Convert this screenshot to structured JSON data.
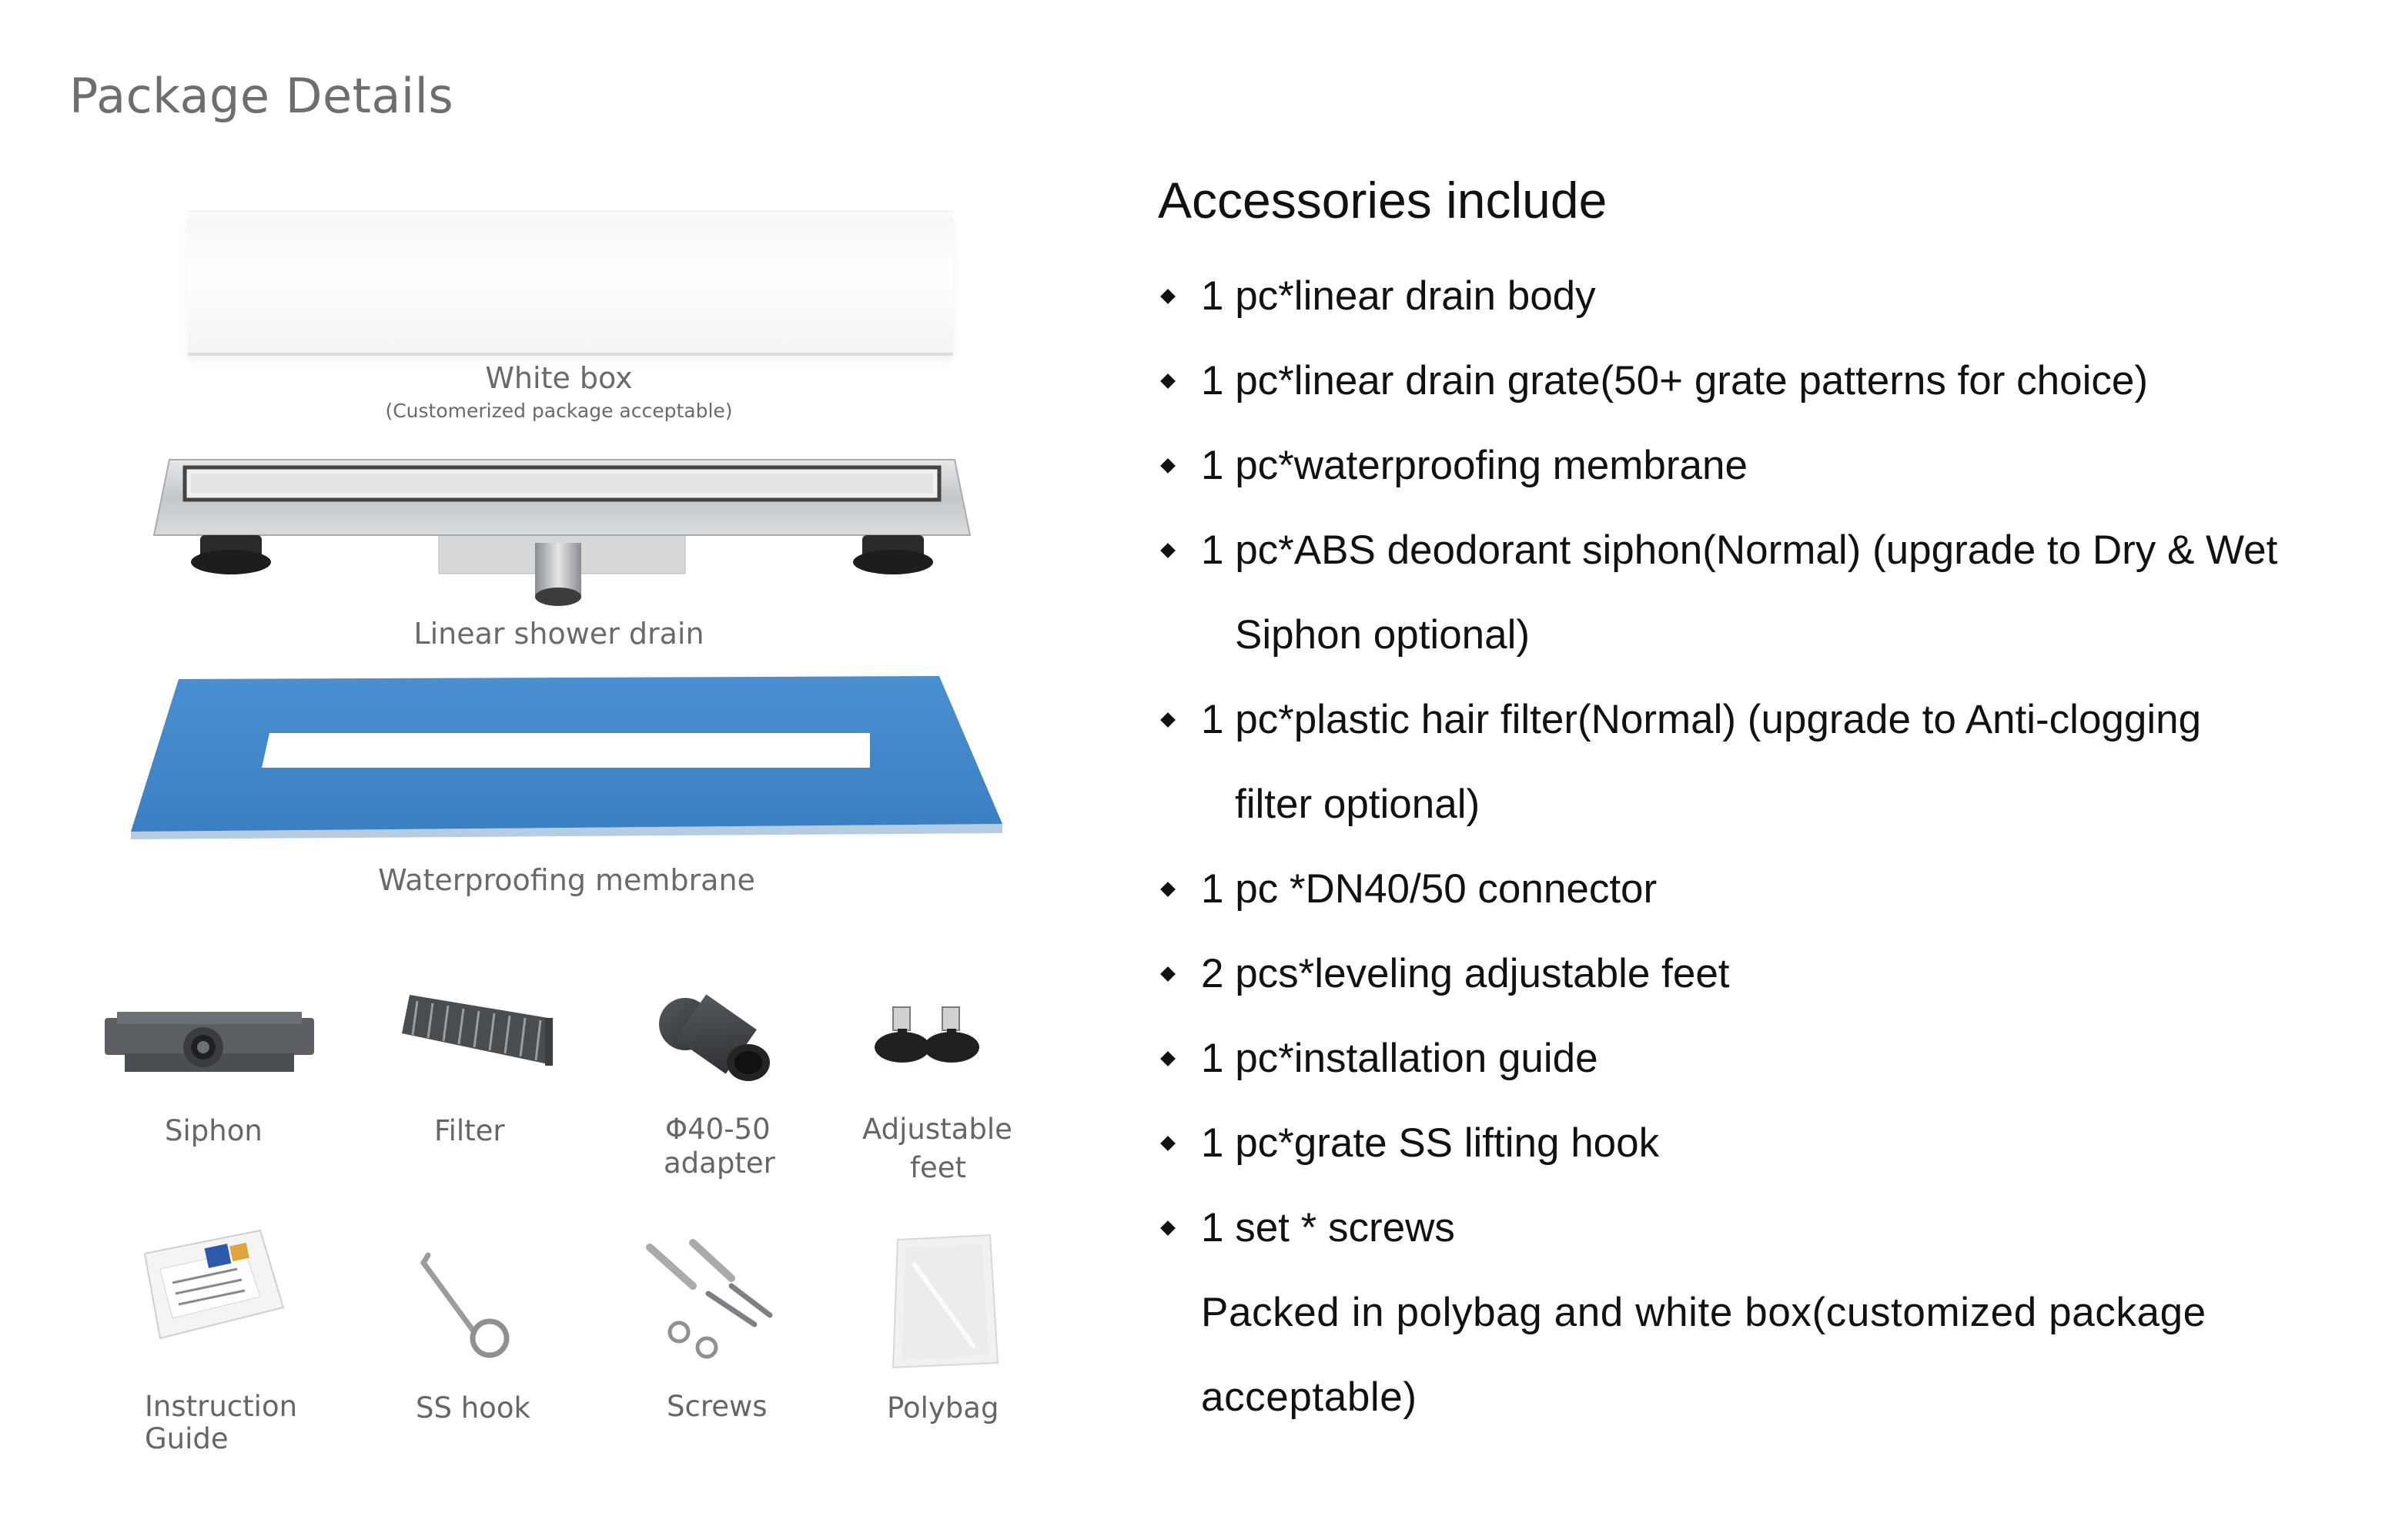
{
  "page_title": "Package Details",
  "products": {
    "white_box": {
      "label": "White box",
      "sublabel": "(Customerized package acceptable)"
    },
    "drain": {
      "label": "Linear shower drain"
    },
    "membrane": {
      "label": "Waterproofing membrane"
    }
  },
  "parts_row1": [
    {
      "label": "Siphon",
      "icon": "siphon-icon"
    },
    {
      "label": "Filter",
      "icon": "filter-icon"
    },
    {
      "label_line1": "Φ40-50",
      "label_line2": "adapter",
      "icon": "adapter-icon"
    },
    {
      "label_line1": "Adjustable",
      "label_line2": "feet",
      "icon": "adjustable-feet-icon"
    }
  ],
  "parts_row2": [
    {
      "label_line1": "Instruction",
      "label_line2": "Guide",
      "icon": "instruction-guide-icon"
    },
    {
      "label": "SS hook",
      "icon": "hook-icon"
    },
    {
      "label": "Screws",
      "icon": "screws-icon"
    },
    {
      "label": "Polybag",
      "icon": "polybag-icon"
    }
  ],
  "accessories": {
    "title": "Accessories include",
    "items": [
      {
        "text": "1 pc*linear drain body"
      },
      {
        "text": "1 pc*linear drain grate(50+ grate patterns for choice)"
      },
      {
        "text": "1 pc*waterproofing membrane"
      },
      {
        "text": "1 pc*ABS deodorant siphon(Normal) (upgrade to Dry & Wet",
        "cont": "Siphon optional)"
      },
      {
        "text": "1 pc*plastic hair filter(Normal) (upgrade to Anti-clogging",
        "cont": "filter optional)"
      },
      {
        "text": "1 pc *DN40/50 connector"
      },
      {
        "text": "2 pcs*leveling adjustable feet"
      },
      {
        "text": "1 pc*installation guide"
      },
      {
        "text": "1 pc*grate SS lifting hook"
      },
      {
        "text": "1 set * screws"
      }
    ],
    "packed_note": "Packed in polybag and white box(customized package acceptable)"
  },
  "colors": {
    "membrane_blue": "#3f86c8",
    "caption_gray": "#6a6a6a",
    "steel": "#c8cbcd"
  }
}
